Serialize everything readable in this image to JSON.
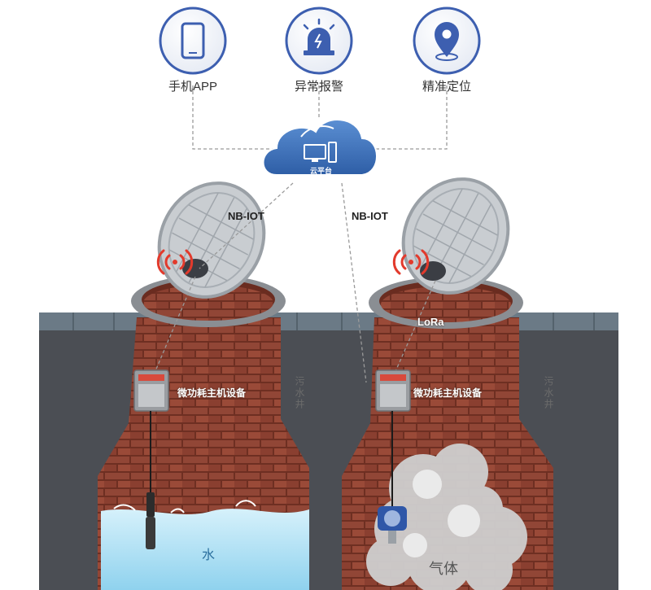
{
  "top_services": [
    {
      "label": "手机APP",
      "icon": "smartphone-icon"
    },
    {
      "label": "异常报警",
      "icon": "alarm-siren-icon"
    },
    {
      "label": "精准定位",
      "icon": "location-pin-icon"
    }
  ],
  "cloud": {
    "label": "云平台",
    "icon": "cloud-server-icon"
  },
  "links": {
    "left": "NB-IOT",
    "right": "NB-IOT",
    "lora": "LoRa"
  },
  "wells": [
    {
      "device_label": "微功耗主机设备",
      "side_label": "污水井",
      "medium_label": "水"
    },
    {
      "device_label": "微功耗主机设备",
      "side_label": "污水井",
      "medium_label": "气体"
    }
  ],
  "colors": {
    "icon_ring": "#3d5fb0",
    "cloud_blue": "#3a6fb8",
    "brick": "#8c4232",
    "asphalt": "#4a4d52",
    "water": "#a9def2",
    "signal_red": "#e23a2c"
  }
}
